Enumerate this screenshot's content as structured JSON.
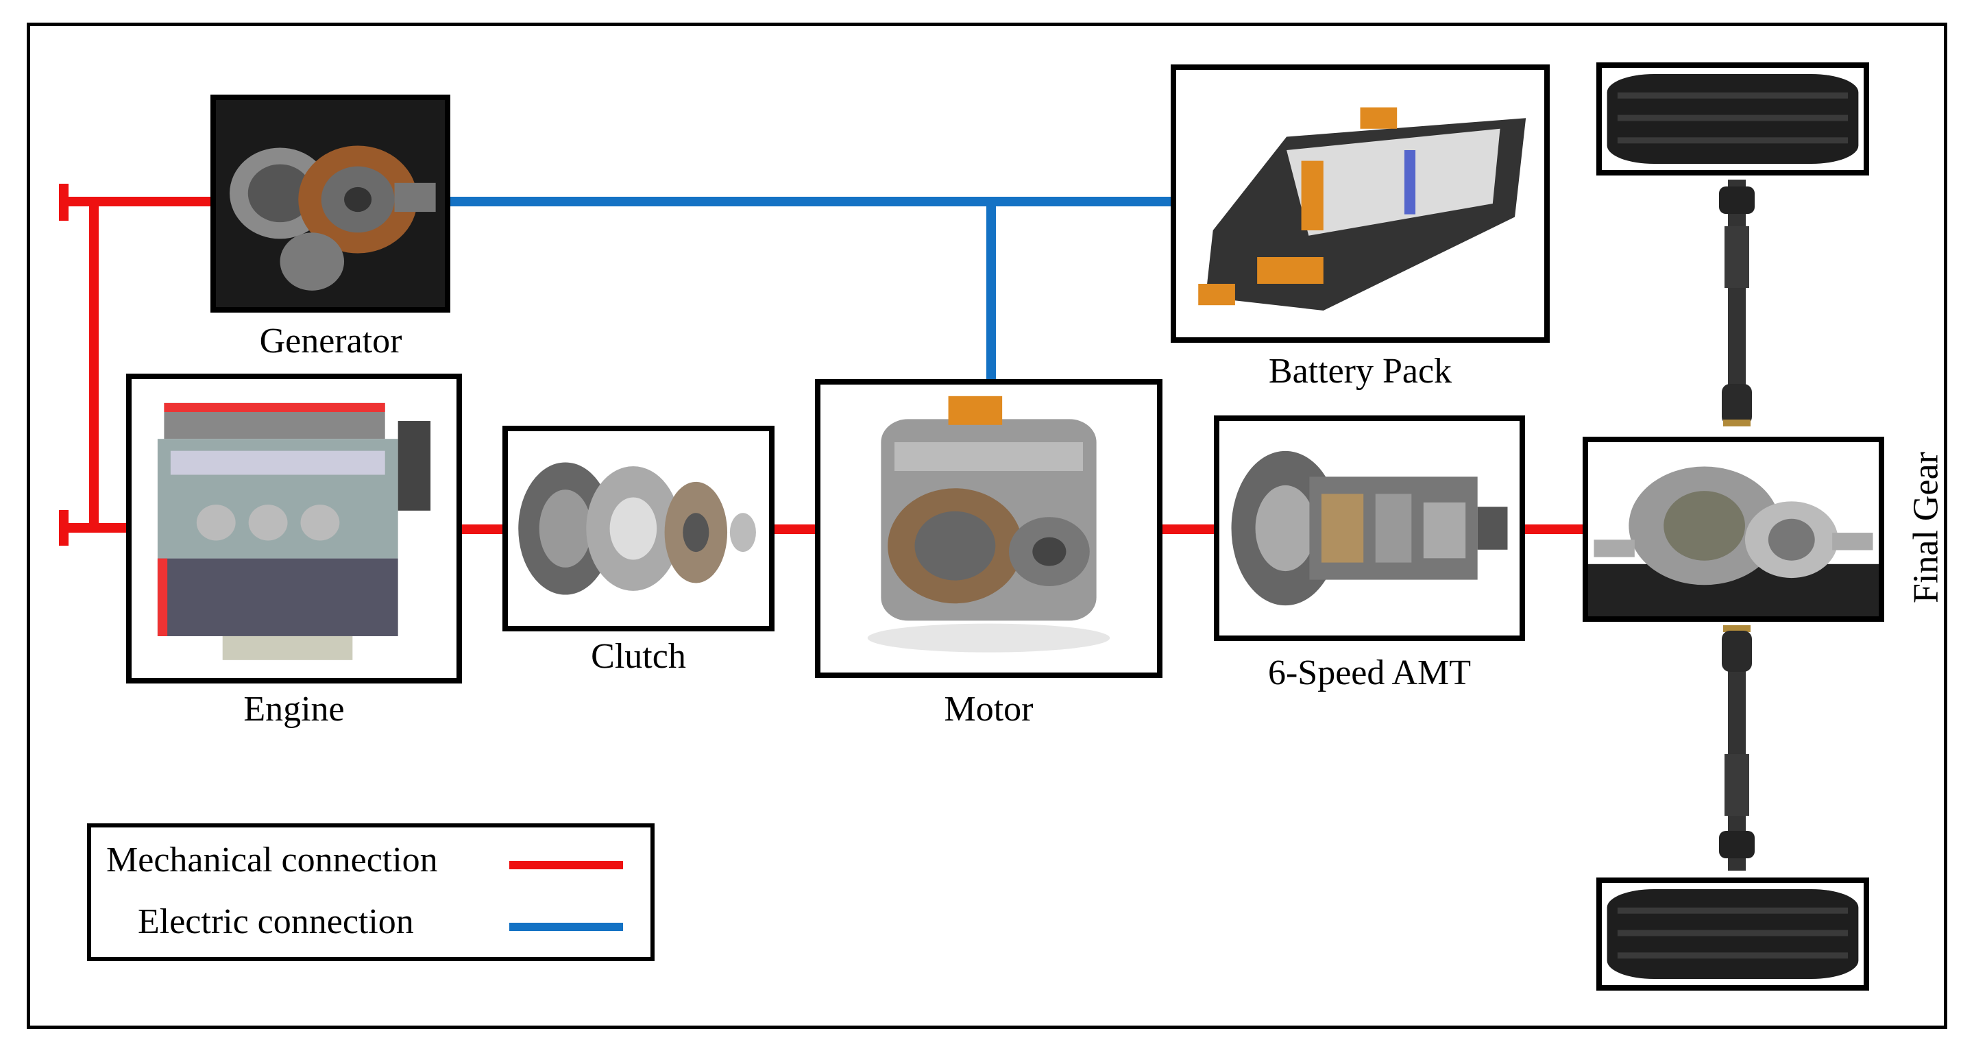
{
  "components": {
    "generator": "Generator",
    "engine": "Engine",
    "clutch": "Clutch",
    "motor": "Motor",
    "battery": "Battery Pack",
    "amt": "6-Speed AMT",
    "final_gear": "Final Gear"
  },
  "legend": {
    "mechanical": "Mechanical connection",
    "electric": "Electric connection"
  },
  "colors": {
    "mechanical": "#ee1111",
    "electric": "#1472c4"
  }
}
